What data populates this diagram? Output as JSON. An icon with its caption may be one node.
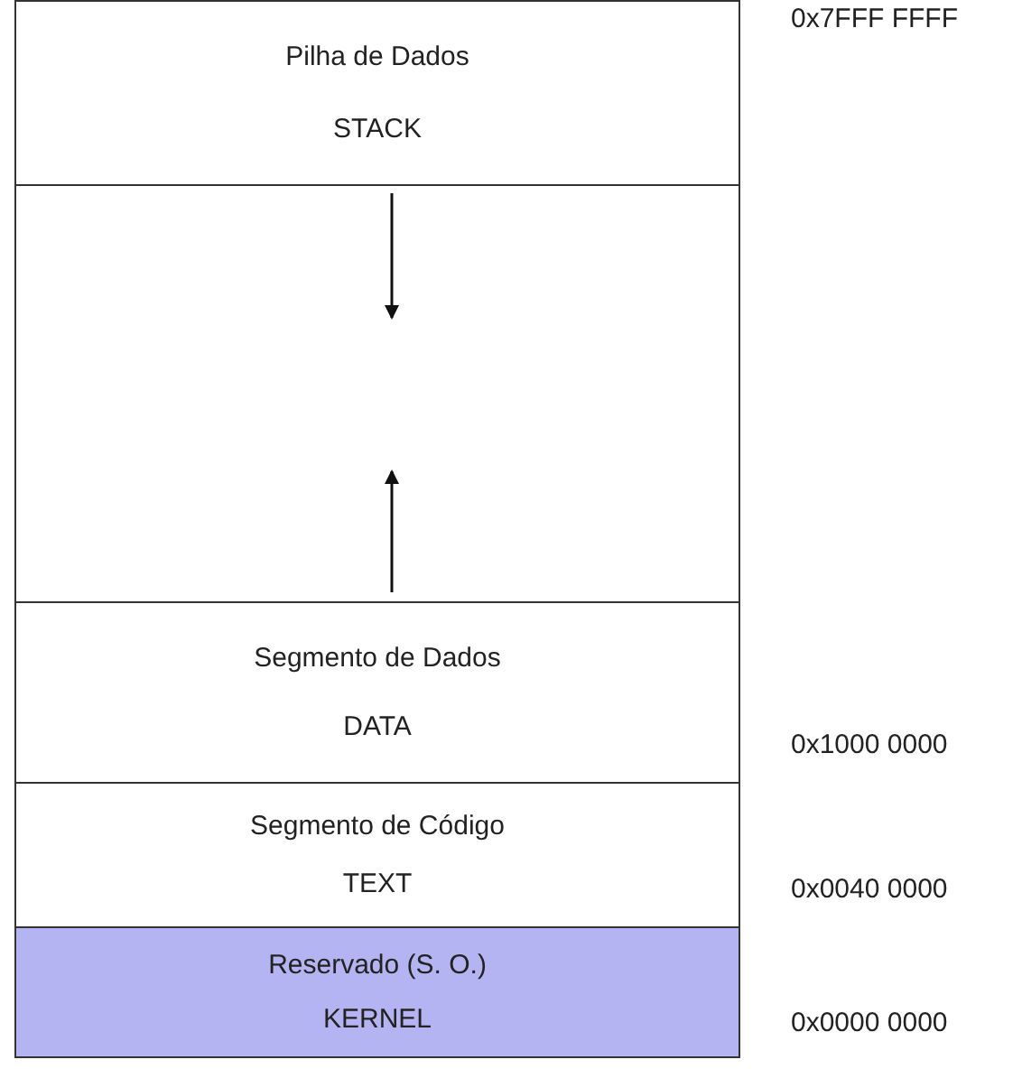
{
  "diagram": {
    "nodes": [
      {
        "text": [
          "Pilha de Dados",
          "STACK"
        ]
      },
      {
        "text": [],
        "shape": "box"
      },
      {
        "text": [
          "Segmento de Dados",
          "DATA"
        ]
      },
      {
        "text": [
          "Segmento de Código",
          "TEXT"
        ]
      },
      {
        "text": [
          "Reservado (S. O.)",
          "KERNEL"
        ]
      }
    ],
    "edges": [],
    "labels": [
      "0x7FFF FFFF",
      "0x1000 0000",
      "0x0040 0000",
      "0x0000 0000"
    ]
  }
}
